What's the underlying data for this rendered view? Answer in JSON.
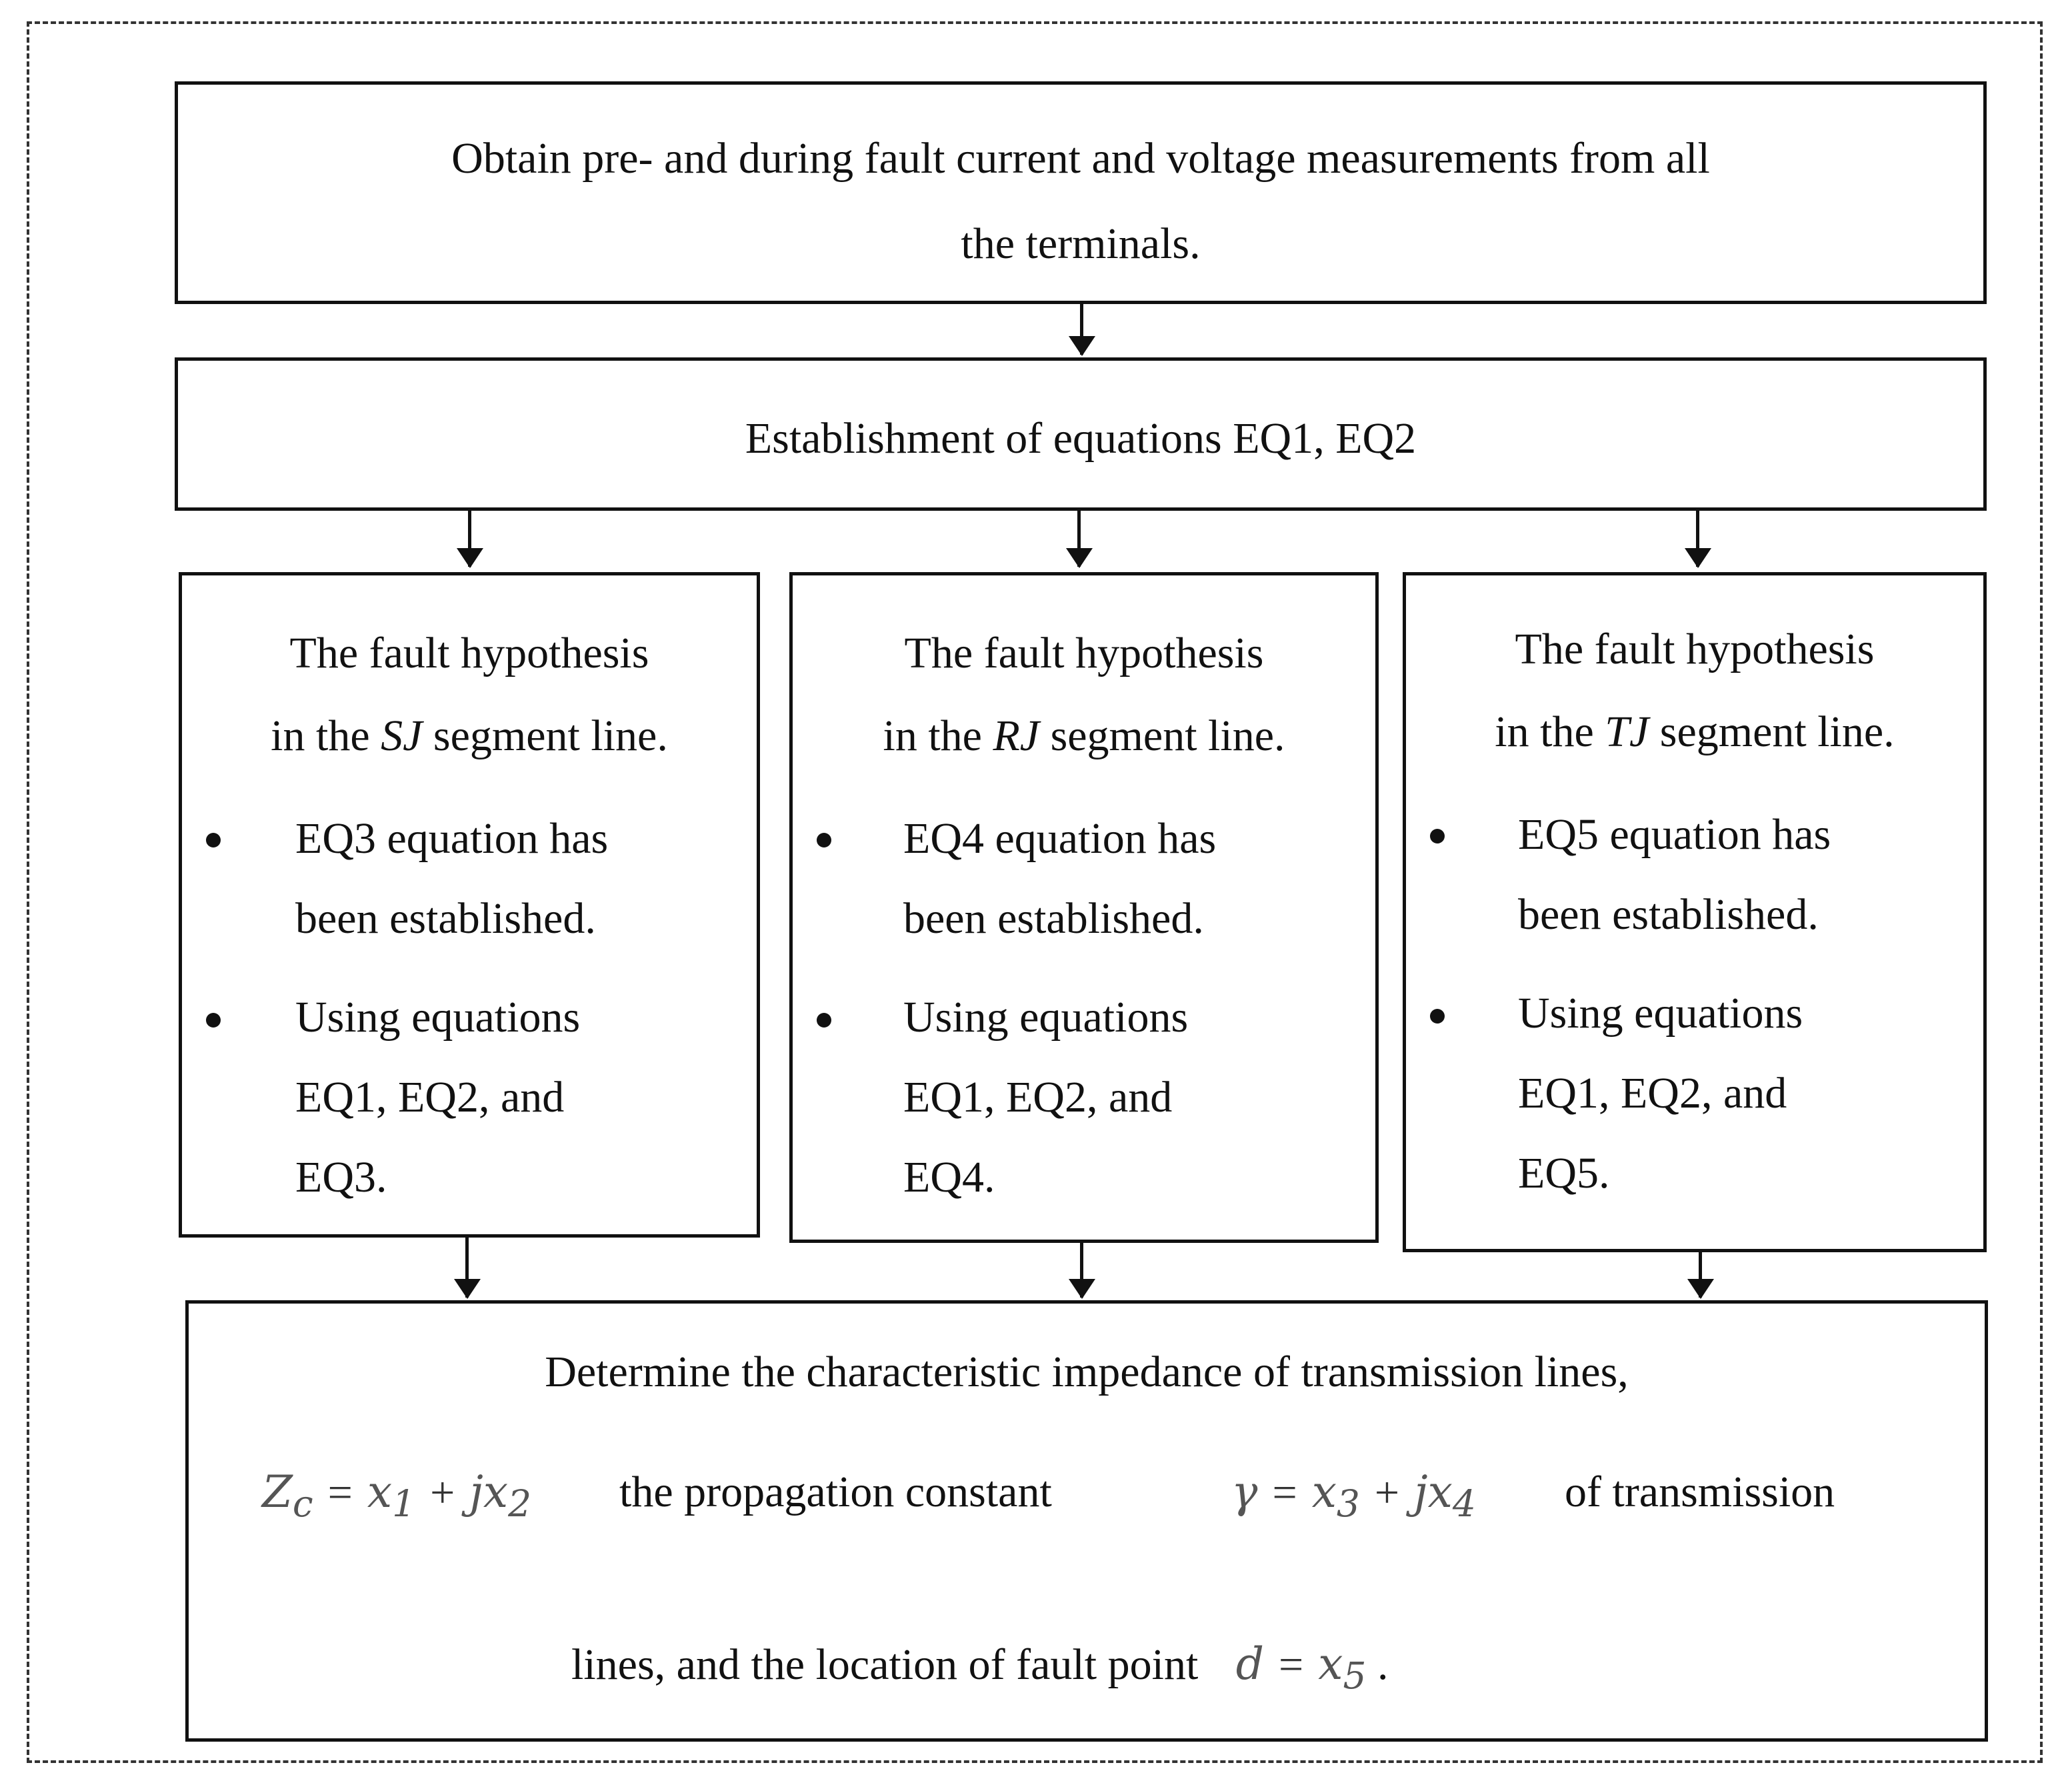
{
  "step1": {
    "line1": "Obtain pre- and during fault current and voltage measurements from all",
    "line2": "the terminals."
  },
  "step2": {
    "text": "Establishment of equations EQ1, EQ2"
  },
  "hypotheses": [
    {
      "title": "The fault hypothesis",
      "line2_pre": "in the ",
      "segment": "SJ",
      "line2_post": " segment line.",
      "b1_l1": "EQ3 equation has",
      "b1_l2": "been established.",
      "b2_l1": "Using equations",
      "b2_l2": "EQ1, EQ2, and",
      "b2_l3": "EQ3."
    },
    {
      "title": "The fault hypothesis",
      "line2_pre": "in the ",
      "segment": "RJ",
      "line2_post": " segment line.",
      "b1_l1": "EQ4 equation has",
      "b1_l2": "been established.",
      "b2_l1": "Using equations",
      "b2_l2": "EQ1, EQ2, and",
      "b2_l3": "EQ4."
    },
    {
      "title": "The fault hypothesis",
      "line2_pre": "in the ",
      "segment": "TJ",
      "line2_post": " segment line.",
      "b1_l1": "EQ5 equation has",
      "b1_l2": "been established.",
      "b2_l1": "Using equations",
      "b2_l2": "EQ1, EQ2, and",
      "b2_l3": "EQ5."
    }
  ],
  "result": {
    "line1": "Determine the characteristic impedance of transmission lines,",
    "eq1": {
      "lhs": "Z",
      "lhs_sub": "c",
      "eq": "=",
      "a": "x",
      "a_sub": "1",
      "plus": "+",
      "b": "jx",
      "b_sub": "2"
    },
    "mid1": "the propagation constant",
    "eq2": {
      "lhs": "γ",
      "eq": "=",
      "a": "x",
      "a_sub": "3",
      "plus": "+",
      "b": "jx",
      "b_sub": "4"
    },
    "tail1": "of transmission",
    "line3_pre": "lines, and the location of fault point",
    "eq3": {
      "lhs": "d",
      "eq": "=",
      "a": "x",
      "a_sub": "5"
    },
    "line3_post": "."
  }
}
